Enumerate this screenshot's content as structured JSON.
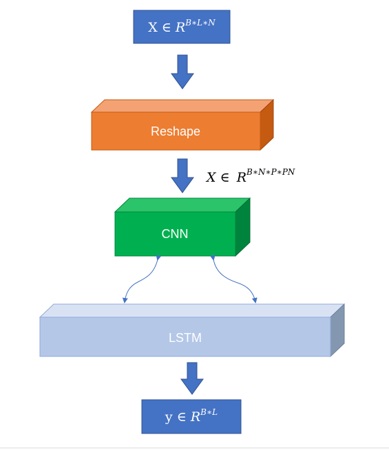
{
  "input_box": {
    "base": "X ∈ ",
    "var": "R",
    "exp": "B∗L∗N",
    "color": "#4472C4"
  },
  "reshape": {
    "label": "Reshape",
    "color_front": "#ED7D31"
  },
  "reshape_output": {
    "base": "X ∈ ",
    "var": "R",
    "exp": "B∗N∗P∗PN"
  },
  "cnn": {
    "label": "CNN",
    "color_front": "#00B050"
  },
  "lstm": {
    "label": "LSTM",
    "color_front": "#B4C7E7"
  },
  "output_box": {
    "base": "y ∈ ",
    "var": "R",
    "exp": "B∗L",
    "color": "#4472C4"
  },
  "arrow_color": "#4472C4"
}
